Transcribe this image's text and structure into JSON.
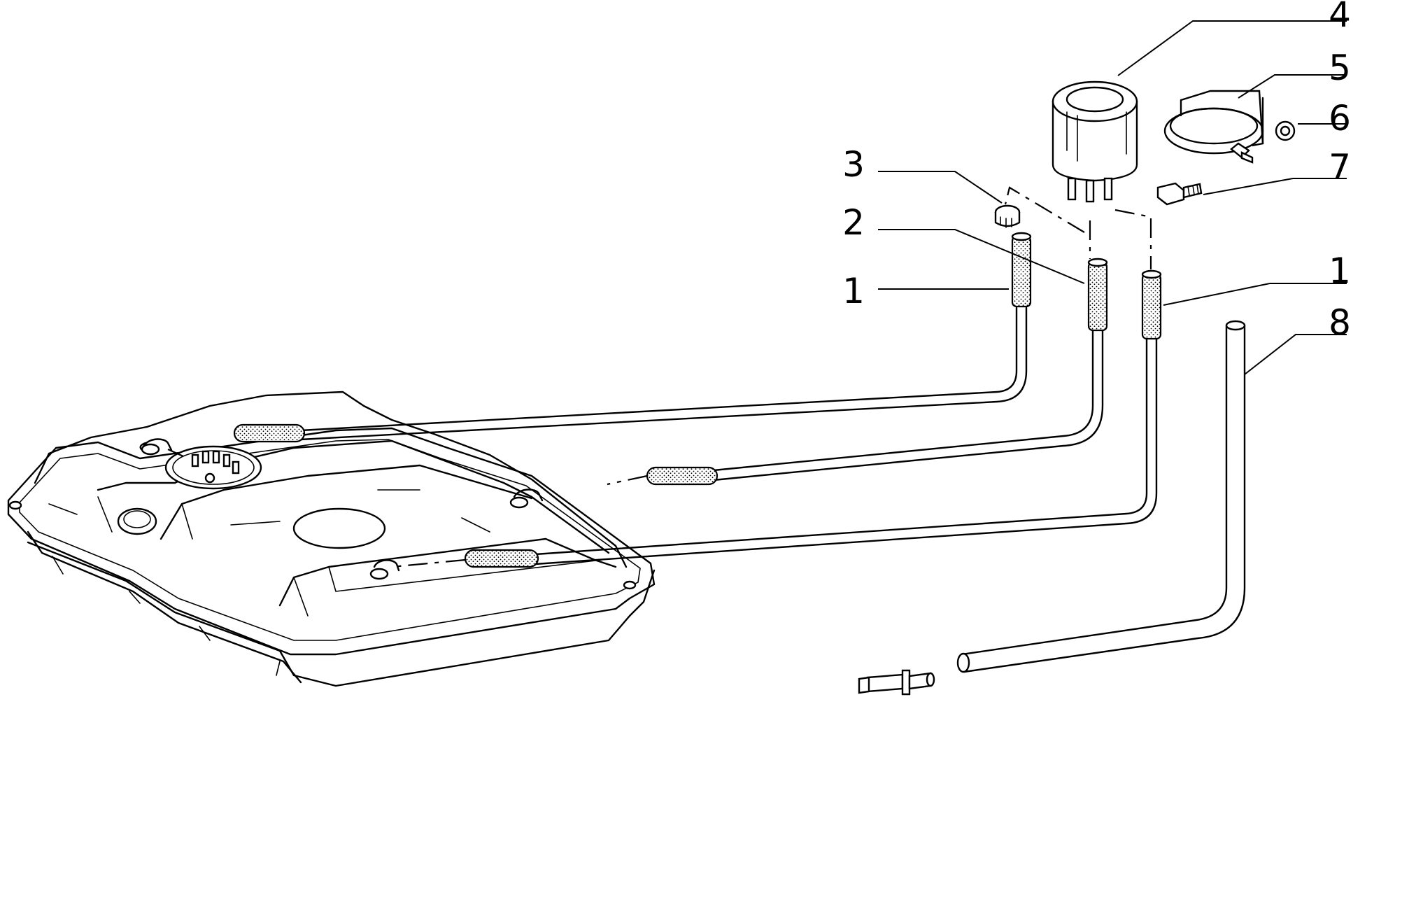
{
  "callouts": [
    {
      "id": "1a",
      "label": "1"
    },
    {
      "id": "1b",
      "label": "1"
    },
    {
      "id": "2",
      "label": "2"
    },
    {
      "id": "3",
      "label": "3"
    },
    {
      "id": "4",
      "label": "4"
    },
    {
      "id": "5",
      "label": "5"
    },
    {
      "id": "6",
      "label": "6"
    },
    {
      "id": "7",
      "label": "7"
    },
    {
      "id": "8",
      "label": "8"
    }
  ],
  "colors": {
    "line": "#000000",
    "background": "#ffffff"
  }
}
